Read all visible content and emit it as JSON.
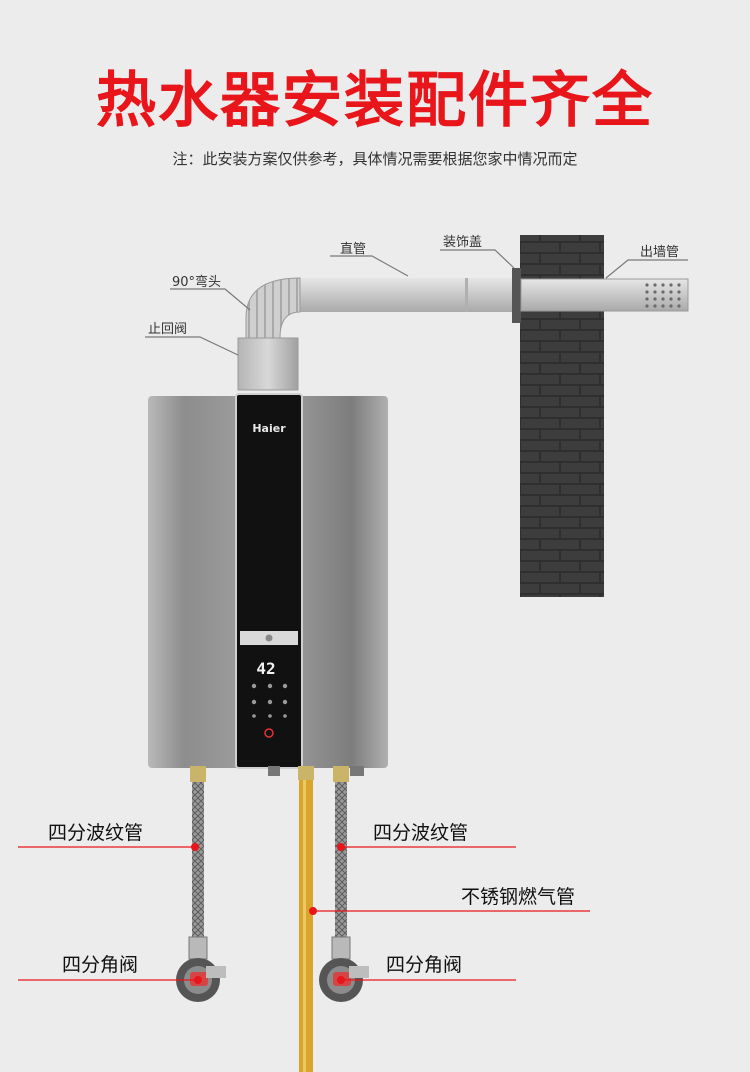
{
  "title": "热水器安装配件齐全",
  "note": "注：此安装方案仅供参考，具体情况需要根据您家中情况而定",
  "brand": "Haier",
  "display_value": "42",
  "labels": {
    "straight_pipe": "直管",
    "decor_cover": "装饰盖",
    "wall_pipe": "出墙管",
    "elbow": "90°弯头",
    "check_valve": "止回阀",
    "corrugated_left": "四分波纹管",
    "corrugated_right": "四分波纹管",
    "gas_pipe": "不锈钢燃气管",
    "angle_valve_left": "四分角阀",
    "angle_valve_right": "四分角阀"
  },
  "colors": {
    "title": "#e8151b",
    "leader_red": "#e8151b",
    "brick": "#3a3a3a",
    "gas_pipe": "#d9a52a"
  }
}
